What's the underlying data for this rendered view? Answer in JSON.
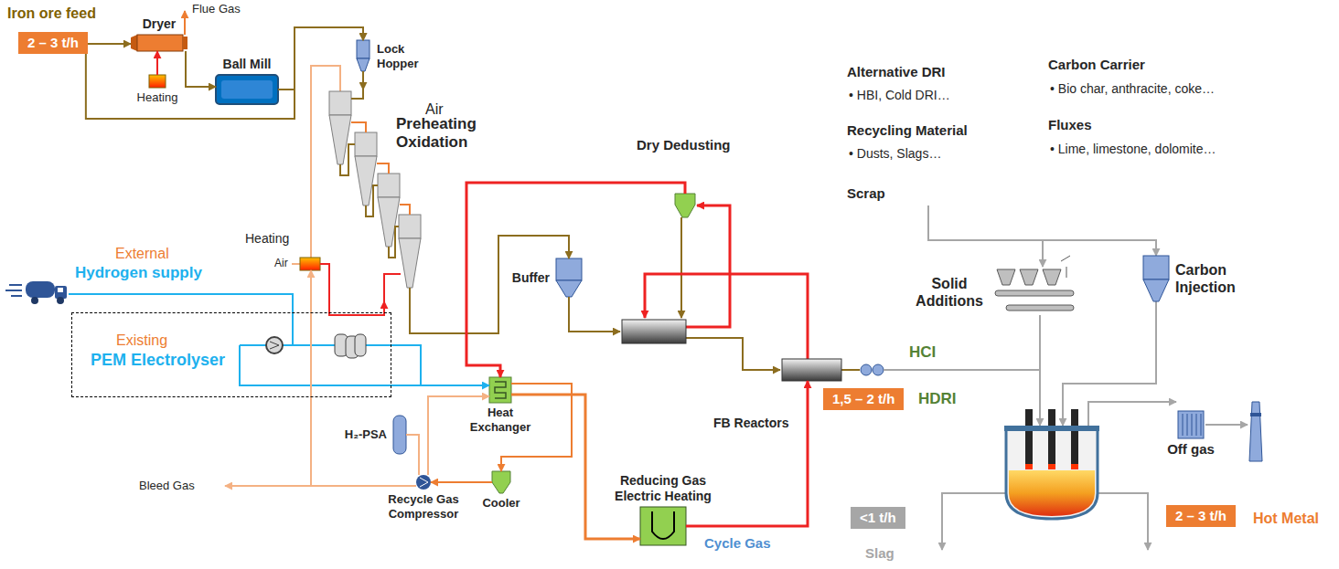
{
  "diagram": {
    "nodes": [
      {
        "text": [
          "2 – 3 t/h"
        ]
      },
      {
        "text": [
          "Dryer"
        ]
      },
      {
        "text": [
          "Ball Mill"
        ]
      },
      {
        "text": [
          "Heating"
        ]
      },
      {
        "text": [
          "Lock Hopper"
        ]
      },
      {
        "text": [
          "Preheating Oxidation"
        ]
      },
      {
        "text": [
          "Heating"
        ]
      },
      {
        "text": [
          "Buffer"
        ]
      },
      {
        "text": [
          "Dry Dedusting"
        ]
      },
      {
        "text": [
          "Heat Exchanger"
        ]
      },
      {
        "text": [
          "FB Reactors"
        ]
      },
      {
        "text": [
          "1,5 – 2 t/h"
        ]
      },
      {
        "text": [
          "Existing",
          "PEM Electrolyser"
        ]
      },
      {
        "text": [
          "H₂-PSA"
        ]
      },
      {
        "text": [
          "Recycle Gas Compressor"
        ]
      },
      {
        "text": [
          "Cooler"
        ]
      },
      {
        "text": [
          "Reducing Gas Electric Heating"
        ]
      },
      {
        "text": [
          "Solid Additions"
        ]
      },
      {
        "text": [
          "Carbon Injection"
        ]
      },
      {
        "text": [
          "Off gas"
        ]
      },
      {
        "text": [
          "<1 t/h"
        ]
      },
      {
        "text": [
          "2 – 3 t/h"
        ]
      }
    ],
    "edges": [
      {
        "from": 0,
        "to": 1,
        "arrow": "to"
      },
      {
        "from": 1,
        "to": 2,
        "arrow": "to"
      },
      {
        "from": 2,
        "to": 4,
        "arrow": "to"
      },
      {
        "from": 0,
        "to": 4,
        "arrow": "to"
      },
      {
        "from": 4,
        "to": 5,
        "arrow": "to"
      },
      {
        "from": 5,
        "to": 7,
        "arrow": "to"
      },
      {
        "from": 6,
        "to": 5,
        "arrow": "to"
      },
      {
        "from": 8,
        "to": 9,
        "arrow": "to"
      },
      {
        "from": 9,
        "to": 15,
        "arrow": "to"
      },
      {
        "from": 15,
        "to": 14,
        "arrow": "to"
      },
      {
        "from": 14,
        "to": 9,
        "arrow": "to"
      },
      {
        "from": 14,
        "to": 13,
        "arrow": "none"
      },
      {
        "from": 14,
        "to": 6,
        "arrow": "to"
      },
      {
        "from": 9,
        "to": 16,
        "arrow": "to"
      },
      {
        "from": 16,
        "to": 10,
        "arrow": "to"
      },
      {
        "from": 12,
        "to": 9,
        "arrow": "to"
      },
      {
        "from": 3,
        "to": 1,
        "arrow": "to"
      }
    ],
    "labels": [
      "Iron ore feed",
      "Flue Gas",
      "Air",
      "External",
      "Hydrogen supply",
      "Air",
      "Bleed Gas",
      "Cycle Gas",
      "HCI",
      "HDRI",
      "Alternative DRI",
      "• HBI, Cold DRI…",
      "Recycling Material",
      "• Dusts, Slags…",
      "Scrap",
      "Carbon Carrier",
      "• Bio char, anthracite, coke…",
      "Fluxes",
      "• Lime, limestone, dolomite…",
      "Slag",
      "Hot Metal"
    ]
  }
}
